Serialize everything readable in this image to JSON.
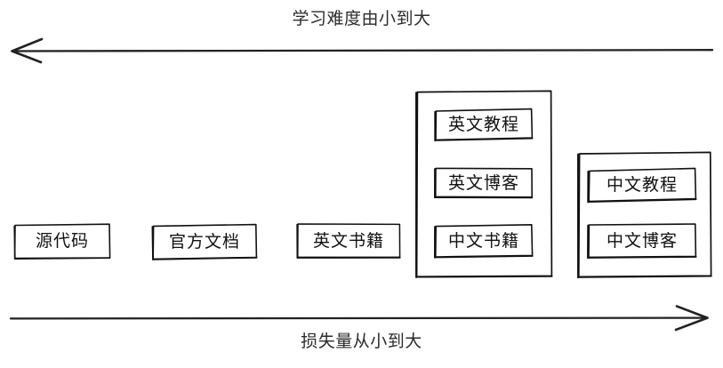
{
  "diagram": {
    "title_top": "学习难度由小到大",
    "title_bottom": "损失量从小到大",
    "axes": {
      "top": {
        "label": "学习难度由小到大",
        "direction": "left",
        "icon": "arrow-left-icon"
      },
      "bottom": {
        "label": "损失量从小到大",
        "direction": "right",
        "icon": "arrow-right-icon"
      }
    },
    "nodes": [
      {
        "id": "source",
        "label": "源代码"
      },
      {
        "id": "official",
        "label": "官方文档"
      },
      {
        "id": "enbook",
        "label": "英文书籍"
      },
      {
        "id": "entutorial",
        "label": "英文教程"
      },
      {
        "id": "enblog",
        "label": "英文博客"
      },
      {
        "id": "cnbook",
        "label": "中文书籍"
      },
      {
        "id": "cntutorial",
        "label": "中文教程"
      },
      {
        "id": "cnblog",
        "label": "中文博客"
      }
    ],
    "groups": [
      {
        "id": "group-en",
        "members": [
          "英文教程",
          "英文博客",
          "中文书籍"
        ]
      },
      {
        "id": "group-cn",
        "members": [
          "中文教程",
          "中文博客"
        ]
      }
    ],
    "colors": {
      "stroke": "#111111",
      "background": "#ffffff",
      "text": "#1a1a1a"
    }
  }
}
